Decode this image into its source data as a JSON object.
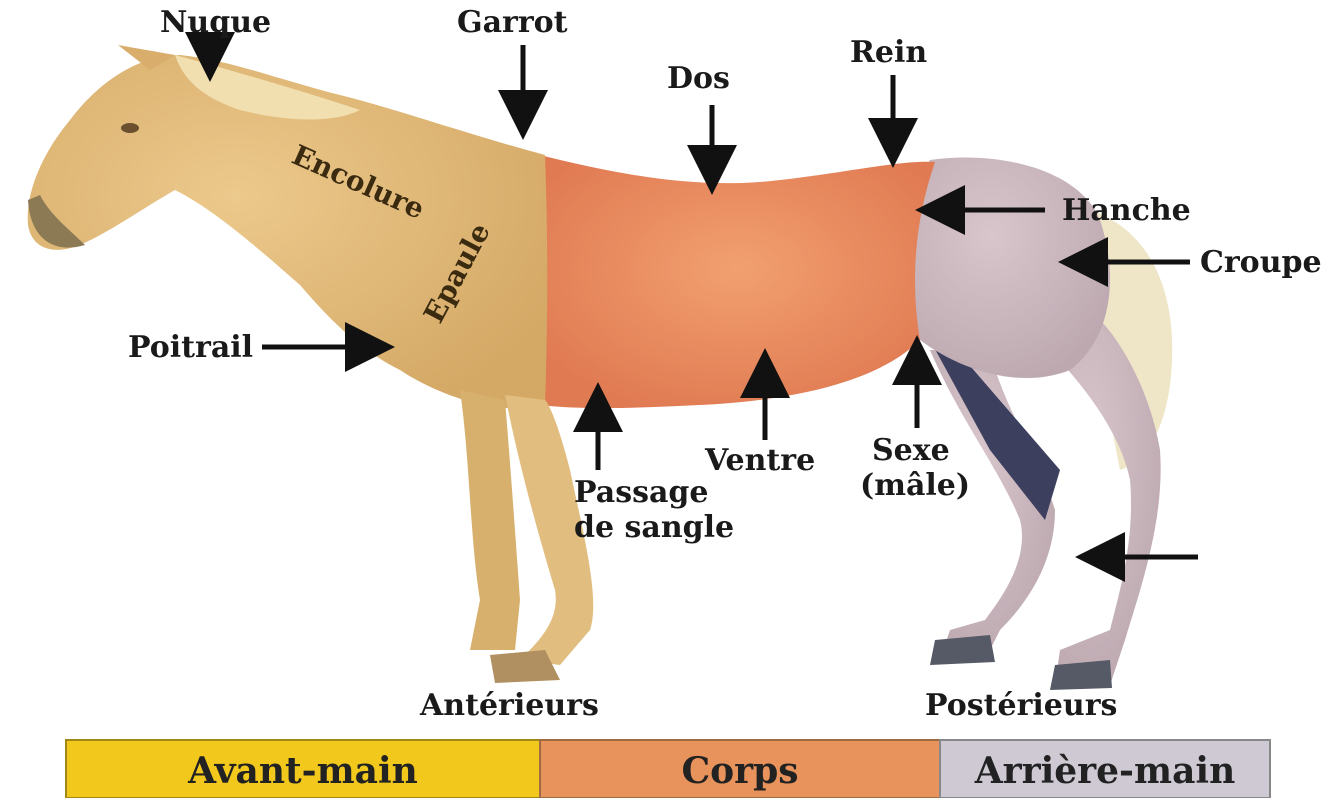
{
  "diagram": {
    "labels": {
      "nuque": "Nuque",
      "garrot": "Garrot",
      "dos": "Dos",
      "rein": "Rein",
      "hanche": "Hanche",
      "croupe": "Croupe",
      "encolure": "Encolure",
      "epaule": "Epaule",
      "poitrail": "Poitrail",
      "ventre": "Ventre",
      "passage_line1": "Passage",
      "passage_line2": "de sangle",
      "sexe_line1": "Sexe",
      "sexe_line2": "(mâle)",
      "anterieurs": "Antérieurs",
      "posterieurs": "Postérieurs"
    },
    "legend": [
      {
        "label": "Avant-main",
        "color": "#f2c81c"
      },
      {
        "label": "Corps",
        "color": "#e8935c"
      },
      {
        "label": "Arrière-main",
        "color": "#cfc9d4"
      }
    ],
    "colors": {
      "forehand": "#e3b877",
      "body": "#ee9068",
      "hindquarters": "#cdb8be",
      "tail": "#efe6c8",
      "mane": "#f1dfb0",
      "arrow": "#111111"
    }
  }
}
